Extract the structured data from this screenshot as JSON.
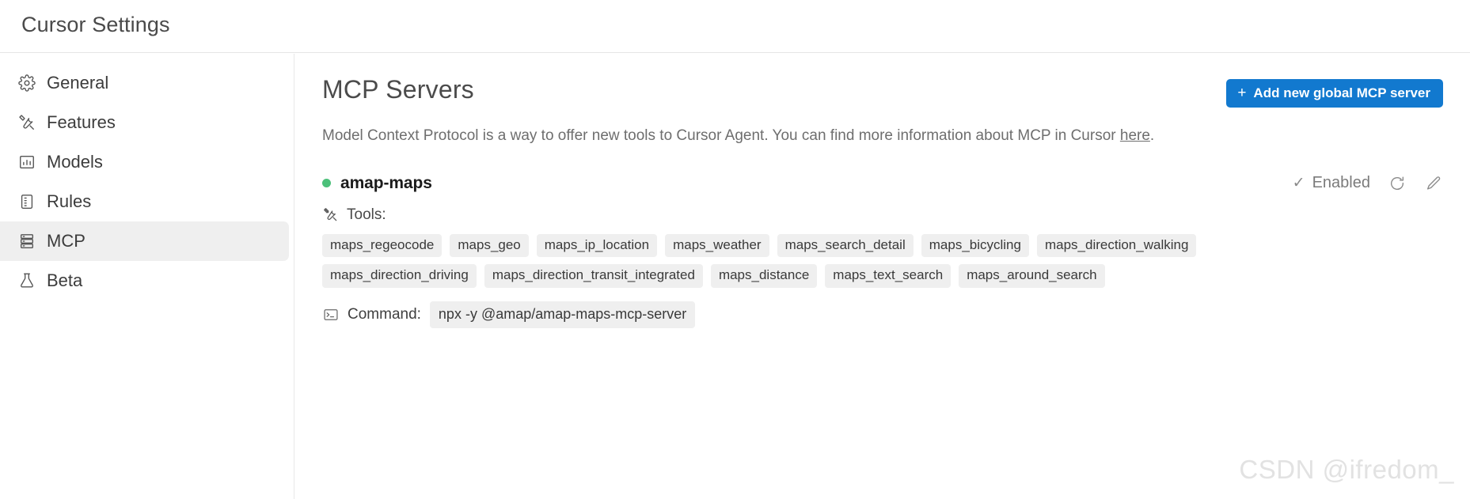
{
  "window": {
    "title": "Cursor Settings"
  },
  "sidebar": {
    "items": [
      {
        "label": "General",
        "icon": "gear-icon",
        "active": false
      },
      {
        "label": "Features",
        "icon": "tools-icon",
        "active": false
      },
      {
        "label": "Models",
        "icon": "bar-chart-icon",
        "active": false
      },
      {
        "label": "Rules",
        "icon": "document-icon",
        "active": false
      },
      {
        "label": "MCP",
        "icon": "server-icon",
        "active": true
      },
      {
        "label": "Beta",
        "icon": "flask-icon",
        "active": false
      }
    ]
  },
  "main": {
    "page_title": "MCP Servers",
    "add_button": {
      "label": "Add new global MCP server",
      "plus": "+",
      "color": "#1279cf"
    },
    "description": {
      "before_link": "Model Context Protocol is a way to offer new tools to Cursor Agent. You can find more information about MCP in Cursor ",
      "link_text": "here",
      "after_link": "."
    },
    "servers": [
      {
        "name": "amap-maps",
        "status": "connected",
        "status_color": "#4cc07a",
        "enabled_label": "Enabled",
        "enabled_check": "✓",
        "refresh_icon": "refresh-icon",
        "edit_icon": "pencil-icon",
        "tools_label": "Tools:",
        "tools": [
          "maps_regeocode",
          "maps_geo",
          "maps_ip_location",
          "maps_weather",
          "maps_search_detail",
          "maps_bicycling",
          "maps_direction_walking",
          "maps_direction_driving",
          "maps_direction_transit_integrated",
          "maps_distance",
          "maps_text_search",
          "maps_around_search"
        ],
        "command_label": "Command:",
        "command_value": "npx -y @amap/amap-maps-mcp-server"
      }
    ]
  },
  "watermark": {
    "text": "CSDN @ifredom_"
  }
}
